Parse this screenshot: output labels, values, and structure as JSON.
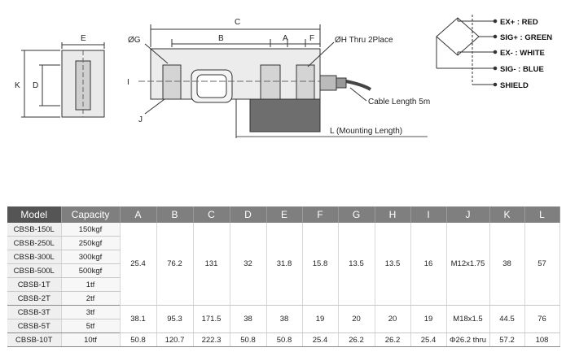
{
  "drawing": {
    "dims": {
      "C": "C",
      "E": "E",
      "B": "B",
      "A": "A",
      "F": "F",
      "G": "ØG",
      "H": "ØH Thru 2Place",
      "I": "I",
      "J": "J",
      "K": "K",
      "D": "D",
      "L": "L (Mounting Length)",
      "cable": "Cable Length 5m"
    },
    "wires": [
      {
        "label": "EX+ : RED"
      },
      {
        "label": "SIG+ : GREEN"
      },
      {
        "label": "EX- : WHITE"
      },
      {
        "label": "SIG- : BLUE"
      },
      {
        "label": "SHIELD"
      }
    ]
  },
  "table": {
    "headers": [
      "Model",
      "Capacity",
      "A",
      "B",
      "C",
      "D",
      "E",
      "F",
      "G",
      "H",
      "I",
      "J",
      "K",
      "L"
    ],
    "groups": [
      {
        "rows": [
          {
            "model": "CBSB-150L",
            "capacity": "150kgf"
          },
          {
            "model": "CBSB-250L",
            "capacity": "250kgf"
          },
          {
            "model": "CBSB-300L",
            "capacity": "300kgf"
          },
          {
            "model": "CBSB-500L",
            "capacity": "500kgf"
          },
          {
            "model": "CBSB-1T",
            "capacity": "1tf"
          },
          {
            "model": "CBSB-2T",
            "capacity": "2tf"
          }
        ],
        "values": [
          "25.4",
          "76.2",
          "131",
          "32",
          "31.8",
          "15.8",
          "13.5",
          "13.5",
          "16",
          "M12x1.75",
          "38",
          "57"
        ]
      },
      {
        "rows": [
          {
            "model": "CBSB-3T",
            "capacity": "3tf"
          },
          {
            "model": "CBSB-5T",
            "capacity": "5tf"
          }
        ],
        "values": [
          "38.1",
          "95.3",
          "171.5",
          "38",
          "38",
          "19",
          "20",
          "20",
          "19",
          "M18x1.5",
          "44.5",
          "76"
        ]
      },
      {
        "rows": [
          {
            "model": "CBSB-10T",
            "capacity": "10tf"
          }
        ],
        "values": [
          "50.8",
          "120.7",
          "222.3",
          "50.8",
          "50.8",
          "25.4",
          "26.2",
          "26.2",
          "25.4",
          "Φ26.2 thru",
          "57.2",
          "108"
        ]
      }
    ]
  }
}
